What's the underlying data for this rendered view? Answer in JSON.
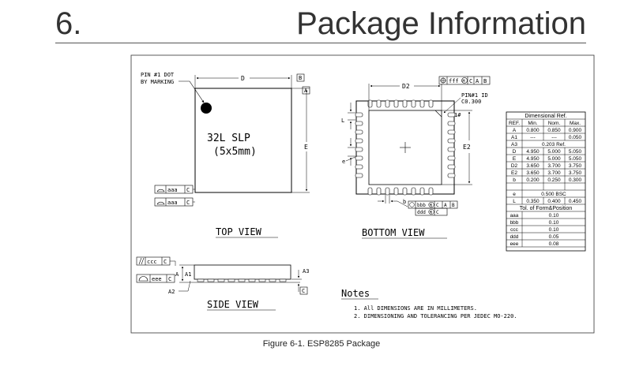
{
  "header": {
    "section_number": "6.",
    "section_title": "Package Information"
  },
  "figure": {
    "caption": "Figure 6-1. ESP8285 Package",
    "top_view": {
      "pin1_label_line1": "PIN #1 DOT",
      "pin1_label_line2": "BY MARKING",
      "dim_d": "D",
      "dim_e": "E",
      "datum_a": "A",
      "datum_b": "B",
      "package_line1": "32L SLP",
      "package_line2": "(5x5mm)",
      "tol1_value": "aaa",
      "tol1_datum": "C",
      "tol2_value": "aaa",
      "tol2_datum": "C",
      "view_title": "TOP VIEW"
    },
    "bottom_view": {
      "dim_d2": "D2",
      "dim_e2": "E2",
      "dim_l": "L",
      "dim_e": "e",
      "dim_b": "b",
      "pin1_id_line1": "PIN#1 ID",
      "pin1_id_line2": "C0.300",
      "pin1_marker": "1#",
      "fcf_top_value": "fff",
      "fcf_top_m": "M",
      "fcf_top_c": "C",
      "fcf_top_a": "A",
      "fcf_top_b": "B",
      "fcf_b1_value": "bbb",
      "fcf_b1_m": "M",
      "fcf_b1_c": "C",
      "fcf_b1_a": "A",
      "fcf_b1_b": "B",
      "fcf_b2_value": "ddd",
      "fcf_b2_m": "M",
      "fcf_b2_c": "C",
      "view_title": "BOTTOM VIEW"
    },
    "side_view": {
      "parallel_value": "ccc",
      "parallel_datum": "C",
      "flat_value": "eee",
      "flat_datum": "C",
      "dim_a": "A",
      "dim_a1": "A1",
      "dim_a2": "A2",
      "dim_a3": "A3",
      "datum_c": "C",
      "view_title": "SIDE VIEW"
    },
    "notes": {
      "title": "Notes",
      "items": [
        "1. All DIMENSIONS ARE IN MILLIMETERS.",
        "2. DIMENSIONING AND TOLERANCING PER JEDEC MO-220."
      ]
    },
    "dimension_table": {
      "title": "Dimensional Ref.",
      "headers": [
        "REF.",
        "Min.",
        "Nom.",
        "Max."
      ],
      "rows": [
        [
          "A",
          "0.800",
          "0.850",
          "0.900"
        ],
        [
          "A1",
          "---",
          "---",
          "0.050"
        ],
        [
          "A3",
          "0.203 Ref."
        ],
        [
          "D",
          "4.950",
          "5.000",
          "5.050"
        ],
        [
          "E",
          "4.950",
          "5.000",
          "5.050"
        ],
        [
          "D2",
          "3.650",
          "3.700",
          "3.750"
        ],
        [
          "E2",
          "3.650",
          "3.700",
          "3.750"
        ],
        [
          "b",
          "0.200",
          "0.250",
          "0.300"
        ],
        [
          "e",
          "0.500 BSC"
        ],
        [
          "L",
          "0.350",
          "0.400",
          "0.450"
        ]
      ],
      "tol_title": "Tol. of Form&Position",
      "tol_rows": [
        [
          "aaa",
          "0.10"
        ],
        [
          "bbb",
          "0.10"
        ],
        [
          "ccc",
          "0.10"
        ],
        [
          "ddd",
          "0.05"
        ],
        [
          "eee",
          "0.08"
        ]
      ]
    }
  }
}
